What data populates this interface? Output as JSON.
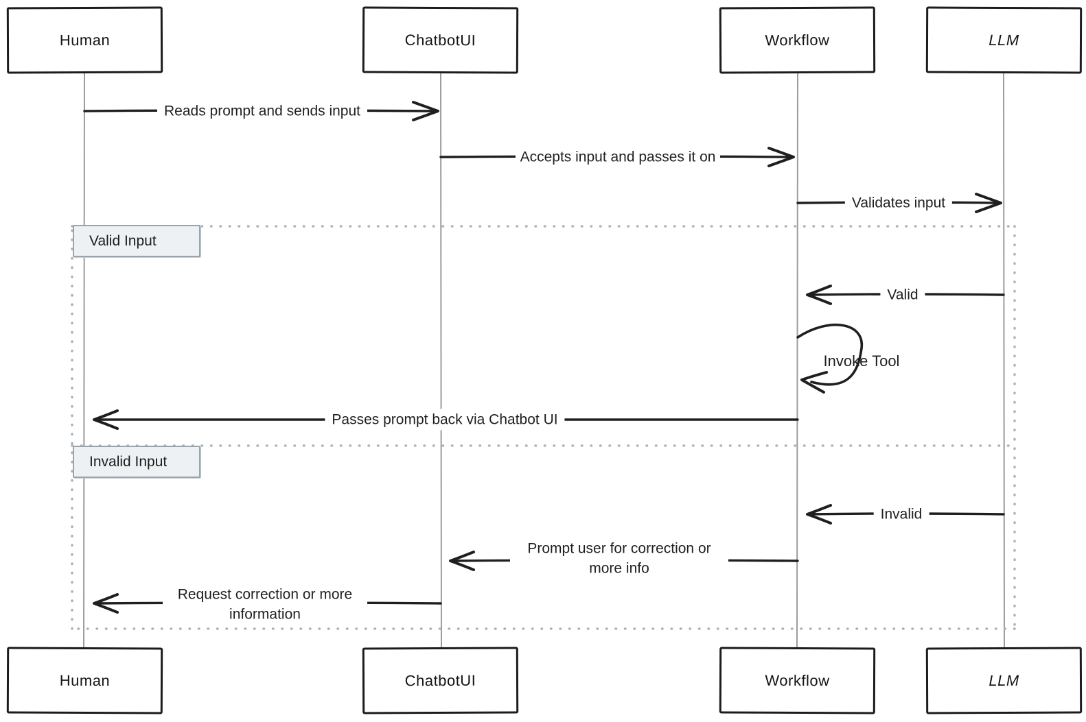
{
  "actors": [
    "Human",
    "ChatbotUI",
    "Workflow",
    "LLM"
  ],
  "messages": {
    "reads_prompt": "Reads prompt and sends input",
    "accepts_input": "Accepts input and passes it on",
    "validates_input": "Validates input",
    "valid": "Valid",
    "invoke_tool": "Invoke Tool",
    "passes_back": "Passes prompt back via Chatbot UI",
    "invalid": "Invalid",
    "prompt_correction": "Prompt user for correction or more info",
    "request_correction": "Request correction or more information"
  },
  "alt_frame": {
    "valid_label": "Valid Input",
    "invalid_label": "Invalid Input"
  },
  "colors": {
    "ink": "#1f1f1f",
    "lifeline": "#9c9c9c",
    "frame_dots": "#aab3ba",
    "alt_label_bg": "#eef1f4",
    "alt_label_border": "#9aa4ac"
  }
}
